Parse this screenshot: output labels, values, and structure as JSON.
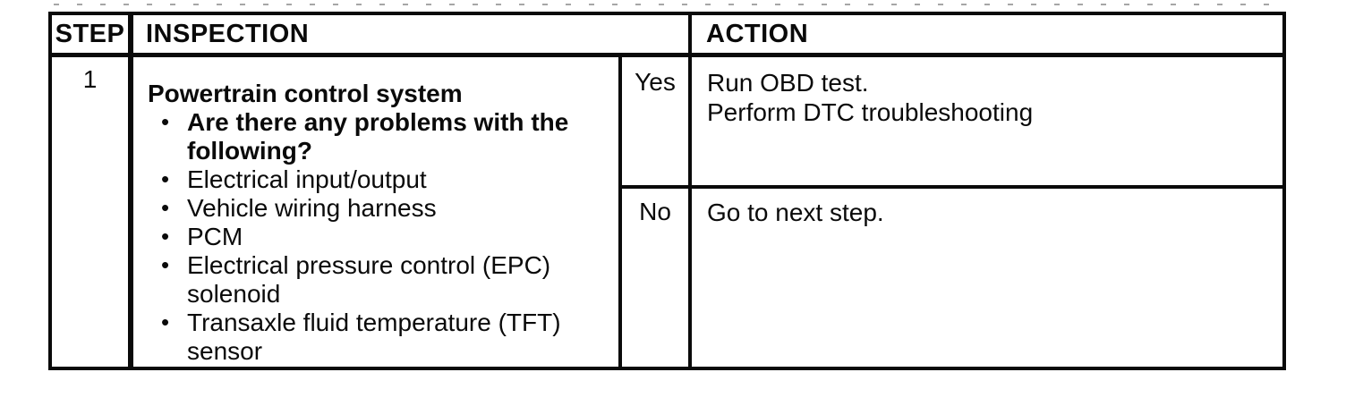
{
  "colors": {
    "ink": "#0a0a0a",
    "paper": "#ffffff"
  },
  "table": {
    "headers": {
      "step": "STEP",
      "inspection": "INSPECTION",
      "action": "ACTION"
    },
    "row": {
      "step": "1",
      "inspection": {
        "title": "Powertrain control system",
        "bullet_glyph": "•",
        "bullets": [
          {
            "text": "Are there any problems with the following?",
            "bold": true
          },
          {
            "text": "Electrical input/output",
            "bold": false
          },
          {
            "text": "Vehicle wiring harness",
            "bold": false
          },
          {
            "text": "PCM",
            "bold": false
          },
          {
            "text": "Electrical pressure control (EPC) solenoid",
            "bold": false
          },
          {
            "text": "Transaxle fluid temperature (TFT) sensor",
            "bold": false
          }
        ]
      },
      "branches": [
        {
          "answer": "Yes",
          "action_lines": [
            "Run OBD test.",
            "Perform DTC troubleshooting"
          ]
        },
        {
          "answer": "No",
          "action_lines": [
            "Go to next step."
          ]
        }
      ]
    }
  }
}
